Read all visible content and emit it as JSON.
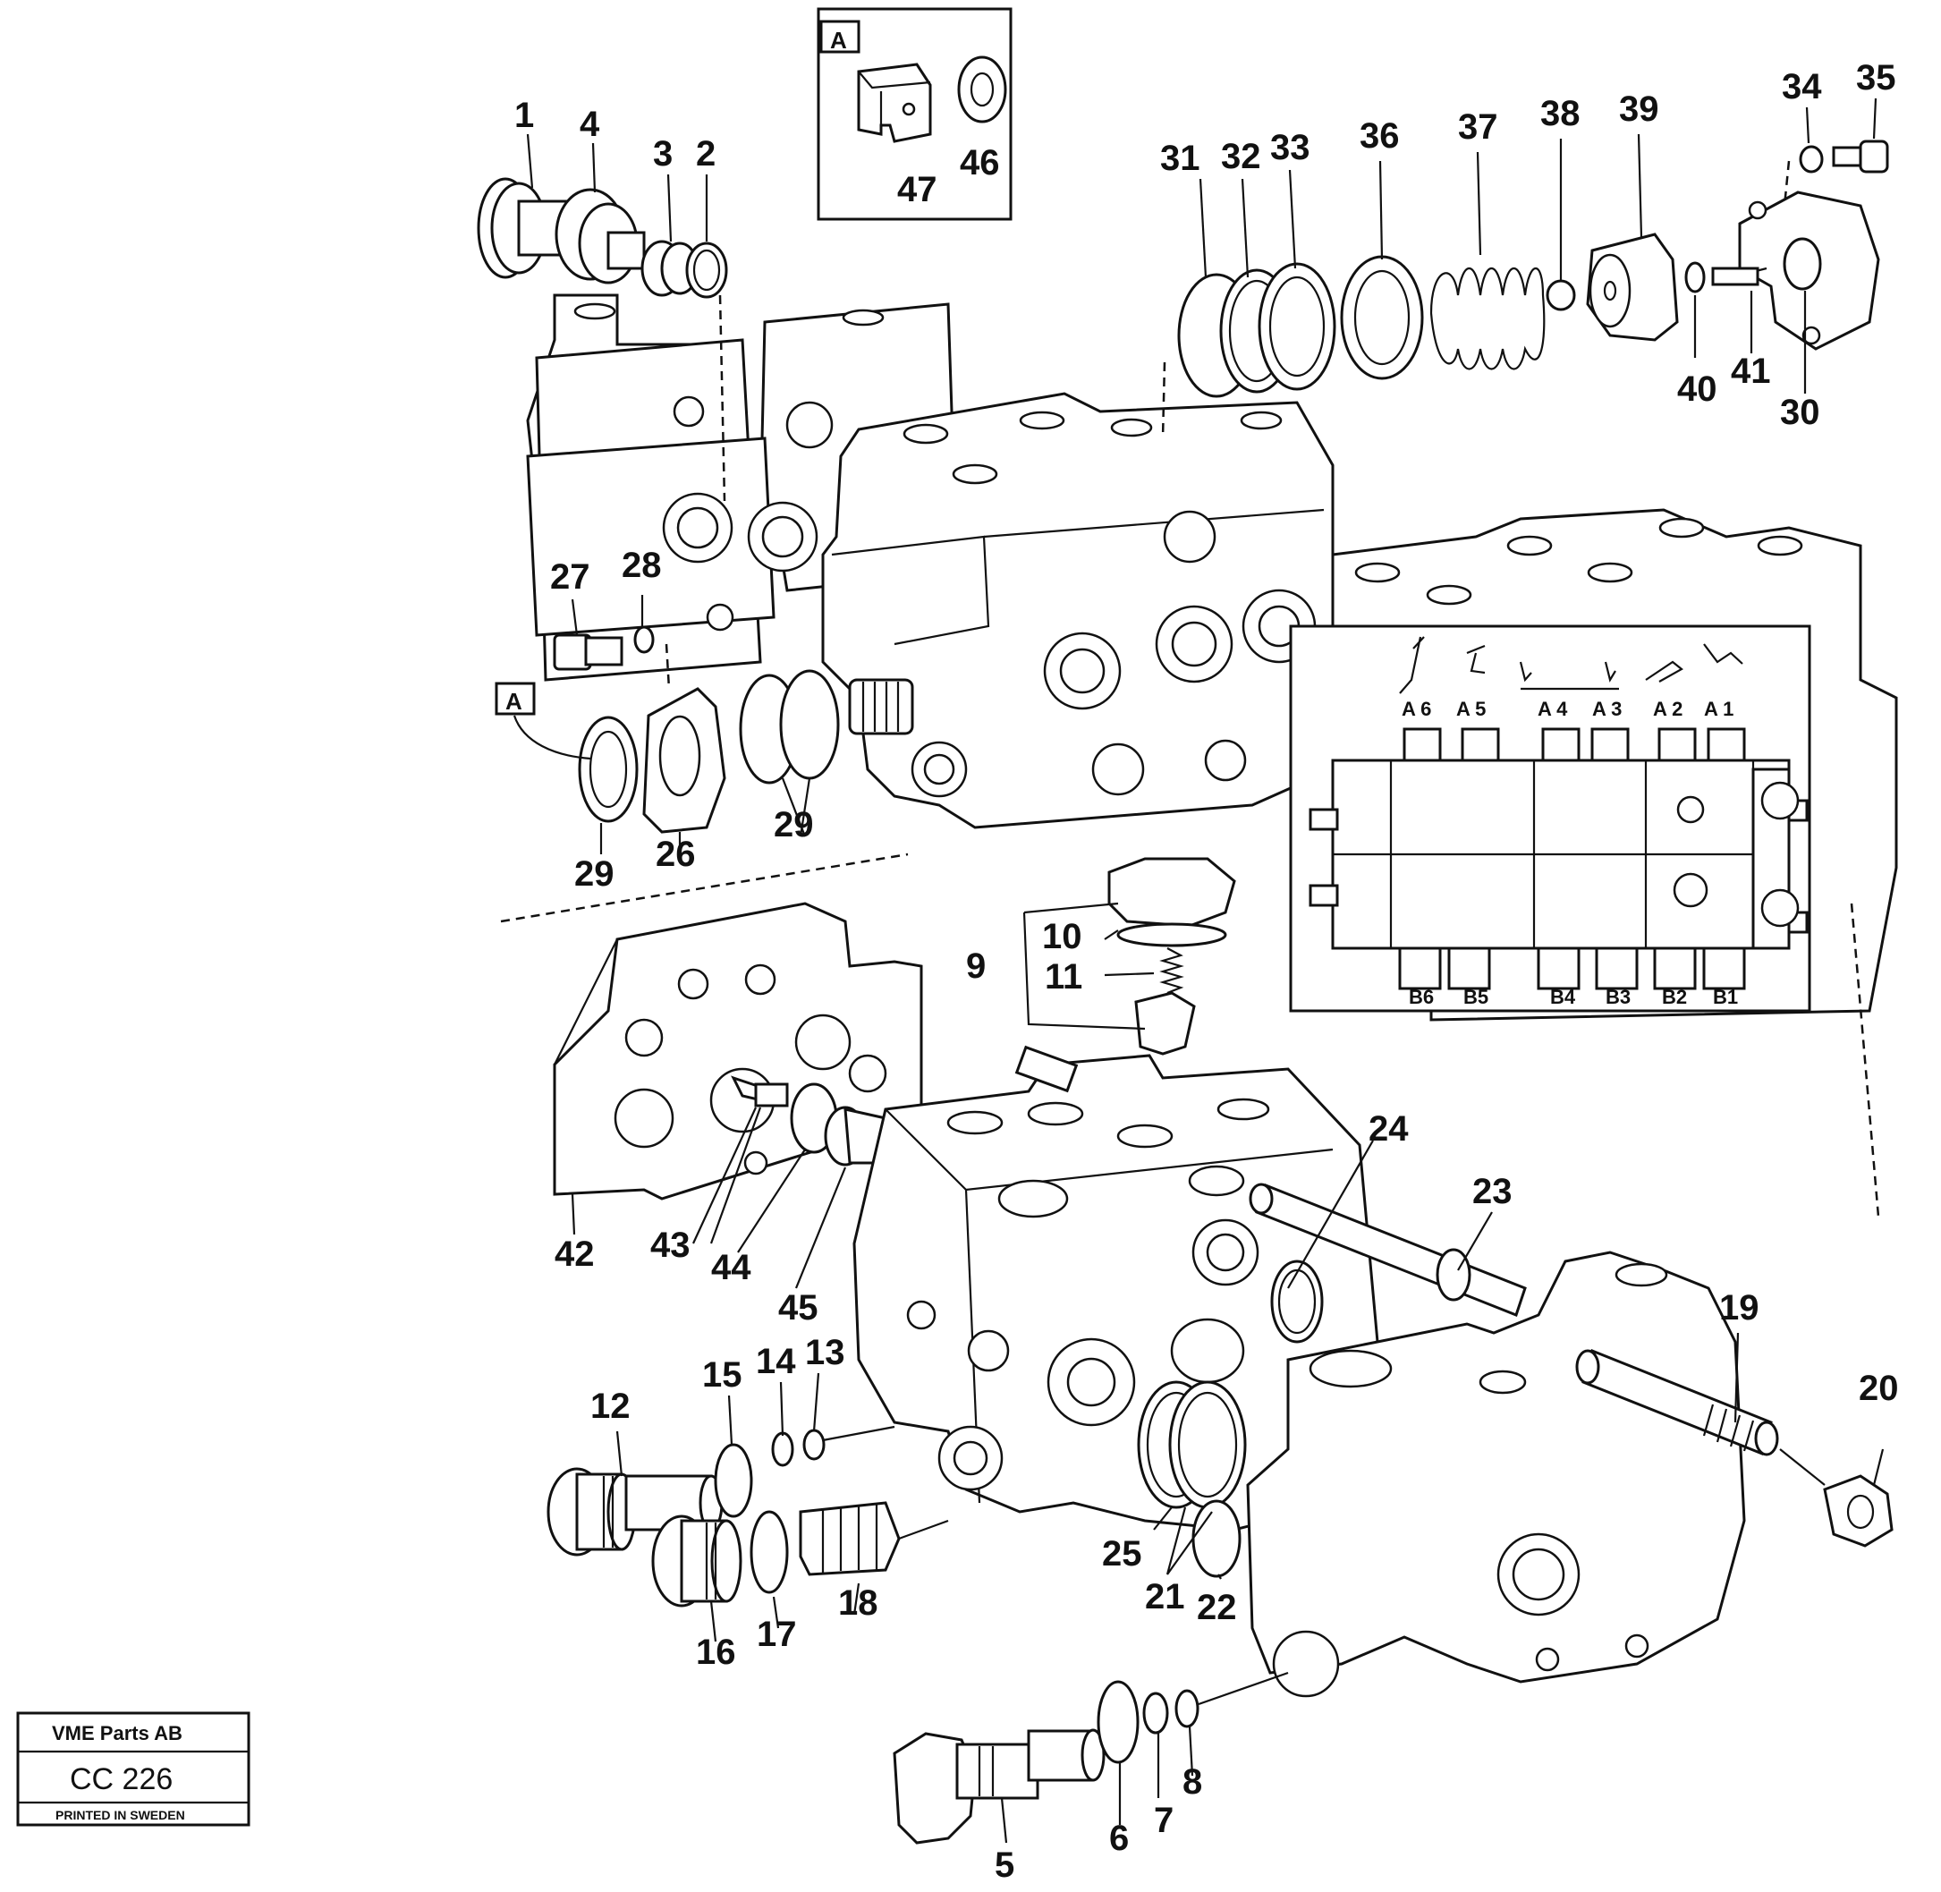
{
  "callouts": [
    "1",
    "4",
    "3",
    "2",
    "47",
    "46",
    "31",
    "32",
    "33",
    "36",
    "37",
    "38",
    "39",
    "34",
    "35",
    "40",
    "41",
    "30",
    "27",
    "28",
    "29",
    "26",
    "29",
    "10",
    "11",
    "9",
    "24",
    "23",
    "19",
    "20",
    "42",
    "43",
    "44",
    "45",
    "12",
    "15",
    "14",
    "13",
    "25",
    "21",
    "22",
    "16",
    "17",
    "18",
    "8",
    "6",
    "7",
    "5"
  ],
  "callout_A": [
    "A",
    "A"
  ],
  "inset": {
    "top_labels": [
      "A 6",
      "A 5",
      "A 4",
      "A 3",
      "A 2",
      "A 1"
    ],
    "bottom_labels": [
      "B6",
      "B5",
      "B4",
      "B3",
      "B2",
      "B1"
    ]
  },
  "stamp": {
    "company": "VME Parts AB",
    "code": "CC 226",
    "footer": "PRINTED IN SWEDEN"
  }
}
